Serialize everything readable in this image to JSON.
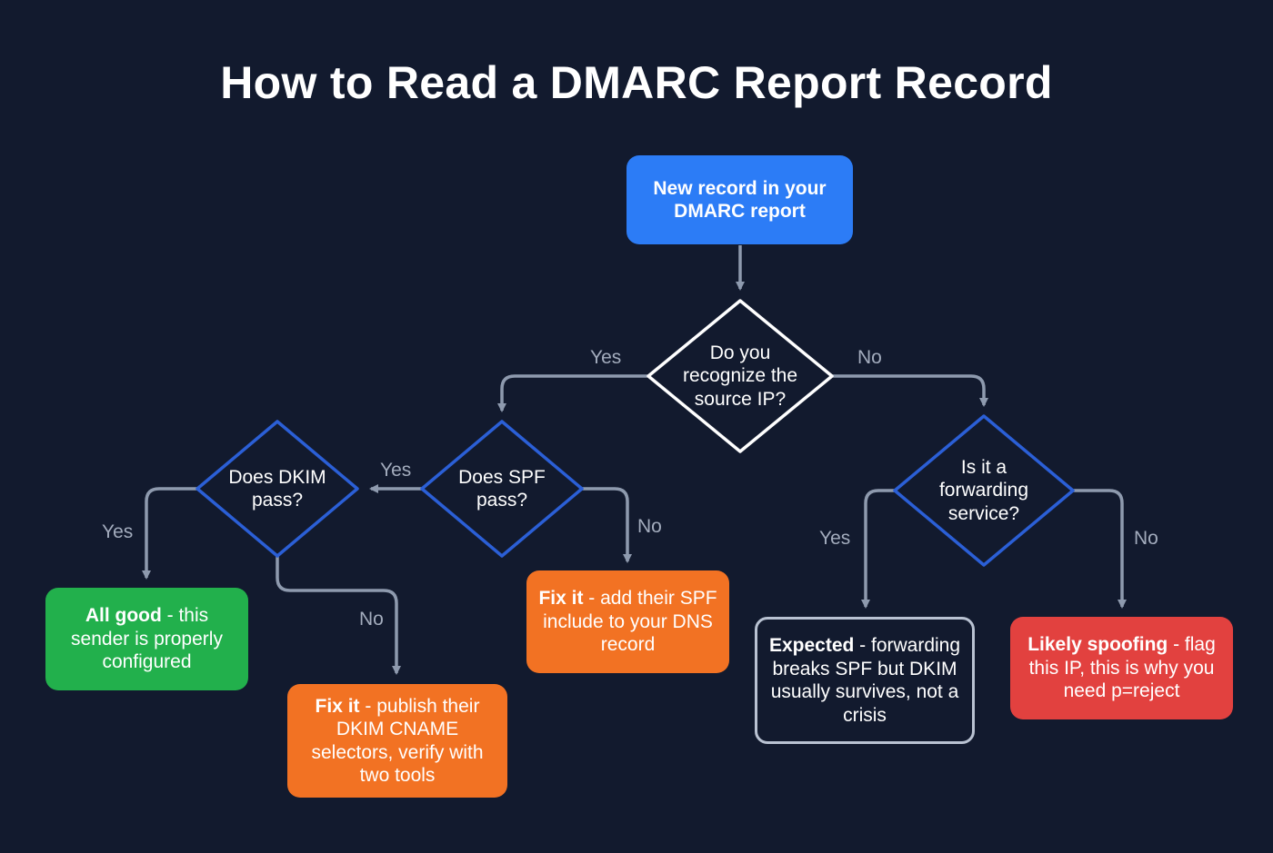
{
  "title": "How to Read a DMARC Report Record",
  "colors": {
    "background": "#121a2e",
    "start_box": "#2c7cf6",
    "decision_white": "#ffffff",
    "decision_blue": "#2b5fd6",
    "success": "#22b04c",
    "fix": "#f27223",
    "danger": "#e2413f",
    "neutral_border": "#b9c2d2",
    "arrow": "#8e9aae"
  },
  "nodes": {
    "start": {
      "text": "New record in your DMARC report"
    },
    "recognize_ip": {
      "text": "Do you recognize the source IP?"
    },
    "spf_pass": {
      "text": "Does SPF pass?"
    },
    "dkim_pass": {
      "text": "Does DKIM pass?"
    },
    "forwarding": {
      "text": "Is it a forwarding service?"
    },
    "all_good": {
      "bold": "All good",
      "text": " - this sender is properly configured"
    },
    "fix_dkim": {
      "bold": "Fix it",
      "text": " - publish their DKIM CNAME selectors, verify with two tools"
    },
    "fix_spf": {
      "bold": "Fix it",
      "text": " - add their SPF include to your DNS record"
    },
    "expected": {
      "bold": "Expected",
      "text": " - forwarding breaks SPF but DKIM usually survives, not a crisis"
    },
    "spoofing": {
      "bold": "Likely spoofing",
      "text": " - flag this IP, this is why you need p=reject"
    }
  },
  "edge_labels": {
    "recognize_yes": "Yes",
    "recognize_no": "No",
    "spf_yes": "Yes",
    "spf_no": "No",
    "dkim_yes": "Yes",
    "dkim_no": "No",
    "forwarding_yes": "Yes",
    "forwarding_no": "No"
  }
}
